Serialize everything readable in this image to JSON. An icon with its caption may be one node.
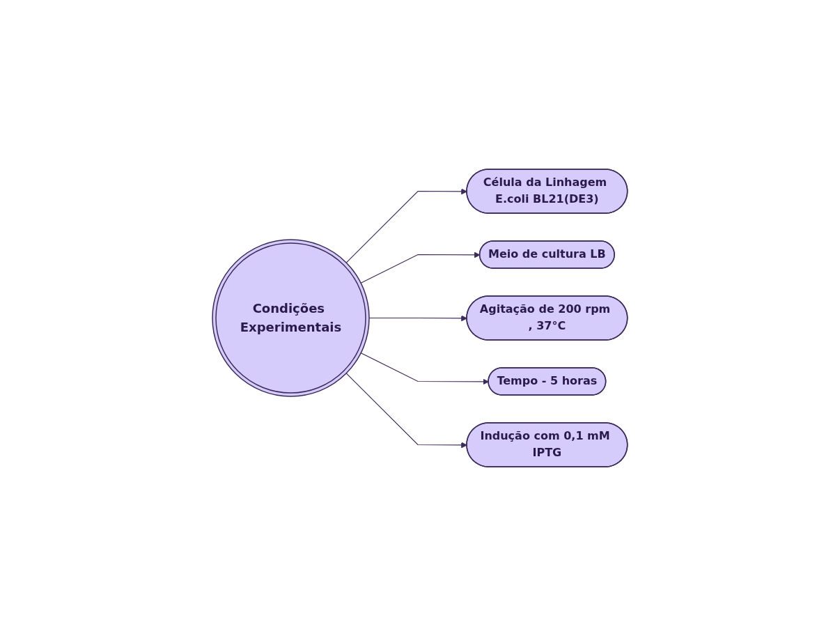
{
  "diagram": {
    "nodes": [
      {
        "text": [
          "Condições Experimentais"
        ]
      },
      {
        "text": [
          "Célula da Linhagem E.coli BL21(DE3)"
        ]
      },
      {
        "text": [
          "Meio de cultura LB"
        ]
      },
      {
        "text": [
          "Agitação de 200 rpm , 37°C"
        ]
      },
      {
        "text": [
          "Tempo - 5 horas"
        ]
      },
      {
        "text": [
          "Indução com 0,1 mM IPTG"
        ]
      }
    ],
    "edges": [
      {
        "from": 0,
        "to": 1,
        "arrow": "to"
      },
      {
        "from": 0,
        "to": 2,
        "arrow": "to"
      },
      {
        "from": 0,
        "to": 3,
        "arrow": "to"
      },
      {
        "from": 0,
        "to": 4,
        "arrow": "to"
      },
      {
        "from": 0,
        "to": 5,
        "arrow": "to"
      }
    ]
  }
}
